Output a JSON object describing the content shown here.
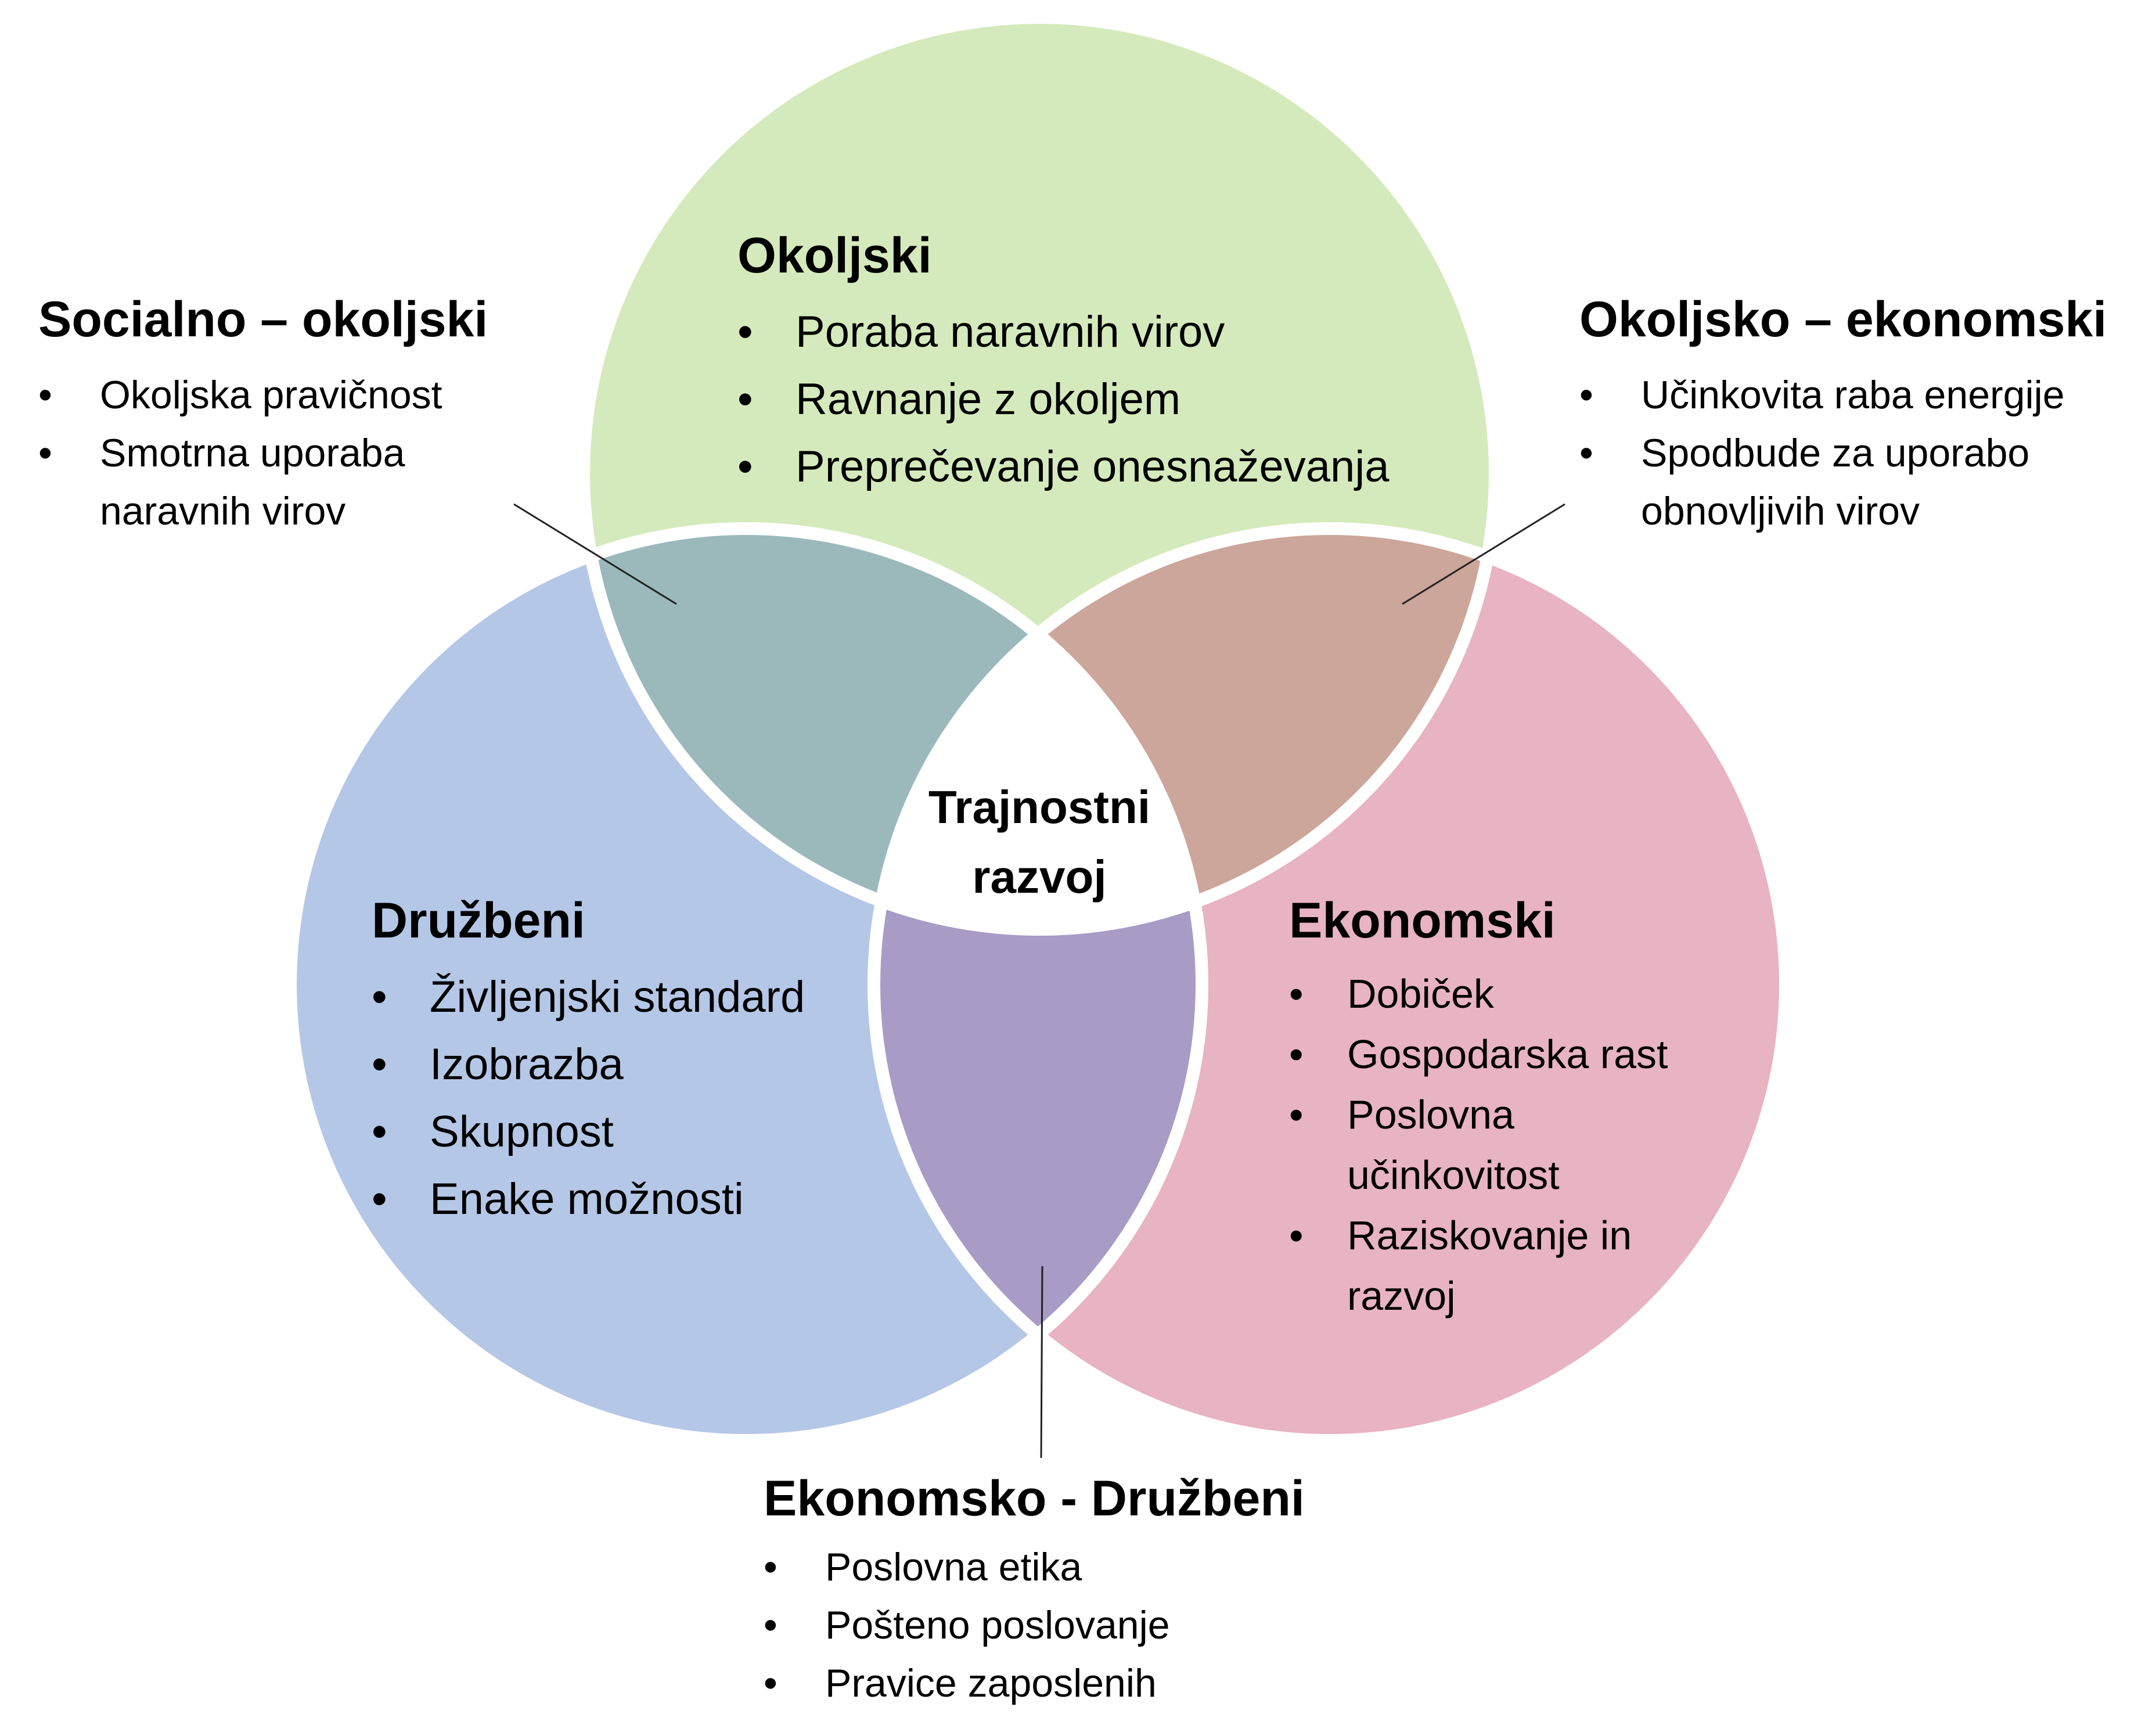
{
  "colors": {
    "environmental": "#d5eabc",
    "social": "#b5c7e7",
    "economic": "#e8b3c2",
    "social_environmental": "#9bb9bb",
    "environmental_economic": "#cca69a",
    "economic_social": "#a89bc5",
    "center": "#ffffff",
    "border": "#ffffff",
    "leader_line": "#222222"
  },
  "center": {
    "line1": "Trajnostni",
    "line2": "razvoj"
  },
  "environmental": {
    "title": "Okoljski",
    "items": [
      "Poraba naravnih virov",
      "Ravnanje z okoljem",
      "Preprečevanje onesnaževanja"
    ]
  },
  "social": {
    "title": "Družbeni",
    "items": [
      "Življenjski standard",
      "Izobrazba",
      "Skupnost",
      "Enake možnosti"
    ]
  },
  "economic": {
    "title": "Ekonomski",
    "items": [
      "Dobiček",
      "Gospodarska rast",
      "Poslovna učinkovitost",
      "Raziskovanje in razvoj"
    ]
  },
  "social_environmental": {
    "title": "Socialno – okoljski",
    "items": [
      "Okoljska pravičnost",
      "Smotrna uporaba naravnih virov"
    ]
  },
  "environmental_economic": {
    "title": "Okoljsko – ekonomski",
    "items": [
      "Učinkovita raba energije",
      "Spodbude za uporabo obnovljivih virov"
    ]
  },
  "economic_social": {
    "title": "Ekonomsko - Družbeni",
    "items": [
      "Poslovna etika",
      "Pošteno poslovanje",
      "Pravice zaposlenih"
    ]
  }
}
